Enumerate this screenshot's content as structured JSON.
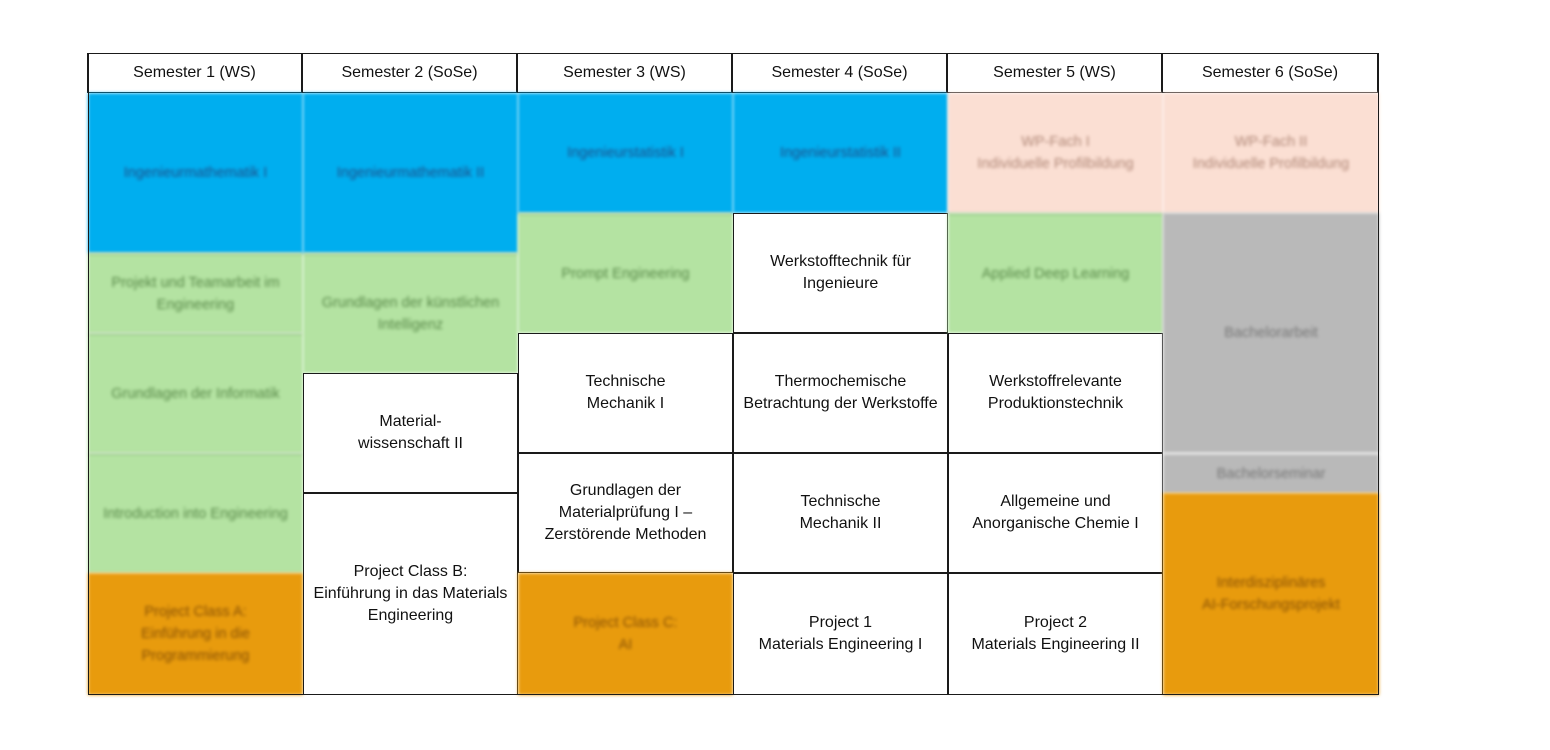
{
  "headers": [
    "Semester 1 (WS)",
    "Semester 2 (SoSe)",
    "Semester 3 (WS)",
    "Semester 4 (SoSe)",
    "Semester 5 (WS)",
    "Semester 6 (SoSe)"
  ],
  "colors": {
    "blue": "#00aeef",
    "green": "#b4e3a2",
    "orange": "#e89b0d",
    "peach": "#fbdfd3",
    "grey": "#b9b9b9",
    "white": "#ffffff"
  },
  "columns": [
    {
      "modules": [
        {
          "label": "Ingenieurmathematik I",
          "color": "blue"
        },
        {
          "label": "Projekt und Teamarbeit im Engineering",
          "color": "green"
        },
        {
          "label": "Grundlagen der Informatik",
          "color": "green"
        },
        {
          "label": "Introduction into Engineering",
          "color": "green"
        },
        {
          "label": "Project Class A:\nEinführung in die Programmierung",
          "color": "orange"
        }
      ]
    },
    {
      "modules": [
        {
          "label": "Ingenieurmathematik II",
          "color": "blue"
        },
        {
          "label": "Grundlagen der künstlichen Intelligenz",
          "color": "green"
        },
        {
          "label": "Material-\nwissenschaft II",
          "color": "white"
        },
        {
          "label": "Project Class B:\nEinführung in das Materials Engineering",
          "color": "white"
        }
      ]
    },
    {
      "modules": [
        {
          "label": "Ingenieurstatistik I",
          "color": "blue"
        },
        {
          "label": "Prompt Engineering",
          "color": "green"
        },
        {
          "label": "Technische\nMechanik I",
          "color": "white"
        },
        {
          "label": "Grundlagen der Materialprüfung I – Zerstörende Methoden",
          "color": "white"
        },
        {
          "label": "Project Class C:\nAI",
          "color": "orange"
        }
      ]
    },
    {
      "modules": [
        {
          "label": "Ingenieurstatistik II",
          "color": "blue"
        },
        {
          "label": "Werkstofftechnik für Ingenieure",
          "color": "white"
        },
        {
          "label": "Thermochemische Betrachtung der Werkstoffe",
          "color": "white"
        },
        {
          "label": "Technische\nMechanik II",
          "color": "white"
        },
        {
          "label": "Project 1\nMaterials Engineering I",
          "color": "white"
        }
      ]
    },
    {
      "modules": [
        {
          "label": "WP-Fach I\nIndividuelle Profilbildung",
          "color": "peach"
        },
        {
          "label": "Applied Deep Learning",
          "color": "green"
        },
        {
          "label": "Werkstoffrelevante Produktionstechnik",
          "color": "white"
        },
        {
          "label": "Allgemeine und Anorganische Chemie I",
          "color": "white"
        },
        {
          "label": "Project 2\nMaterials Engineering II",
          "color": "white"
        }
      ]
    },
    {
      "modules": [
        {
          "label": "WP-Fach II\nIndividuelle Profilbildung",
          "color": "peach"
        },
        {
          "label": "Bachelorarbeit",
          "color": "grey"
        },
        {
          "label": "Bachelorseminar",
          "color": "grey"
        },
        {
          "label": "Interdisziplinäres\nAI-Forschungsprojekt",
          "color": "orange"
        }
      ]
    }
  ]
}
